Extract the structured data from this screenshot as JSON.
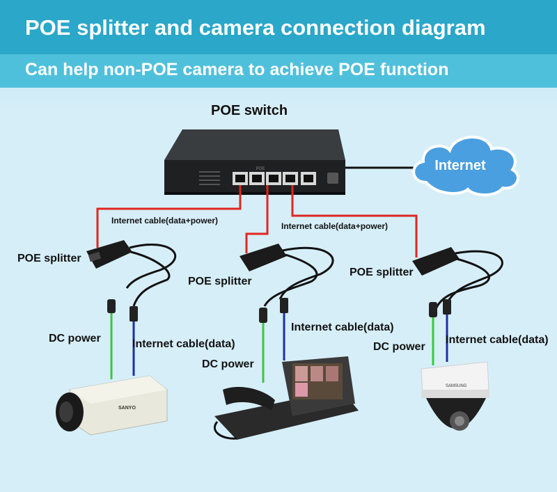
{
  "header": {
    "title": "POE splitter and camera connection diagram",
    "subtitle": "Can help non-POE camera to achieve POE function"
  },
  "labels": {
    "switch": "POE switch",
    "internet": "Internet",
    "cable_power_left": "Internet cable(data+power)",
    "cable_power_mid": "Internet cable(data+power)",
    "splitter_left": "POE splitter",
    "splitter_mid": "POE splitter",
    "splitter_right": "POE splitter",
    "dc_left": "DC power",
    "data_left": "Internet cable(data)",
    "data_mid": "Internet cable(data)",
    "dc_mid": "DC power",
    "dc_right": "DC power",
    "data_right": "Internet cable(data)",
    "switch_port_label": "POE",
    "camera_brand_left": "SANYO",
    "camera_brand_right": "SAMSUNG"
  },
  "colors": {
    "banner": "#2aa7c9",
    "banner_sub": "#4fc0dc",
    "poe_cable": "#e0261f",
    "dc_cable": "#38c93a",
    "data_cable": "#1c2fa8"
  }
}
